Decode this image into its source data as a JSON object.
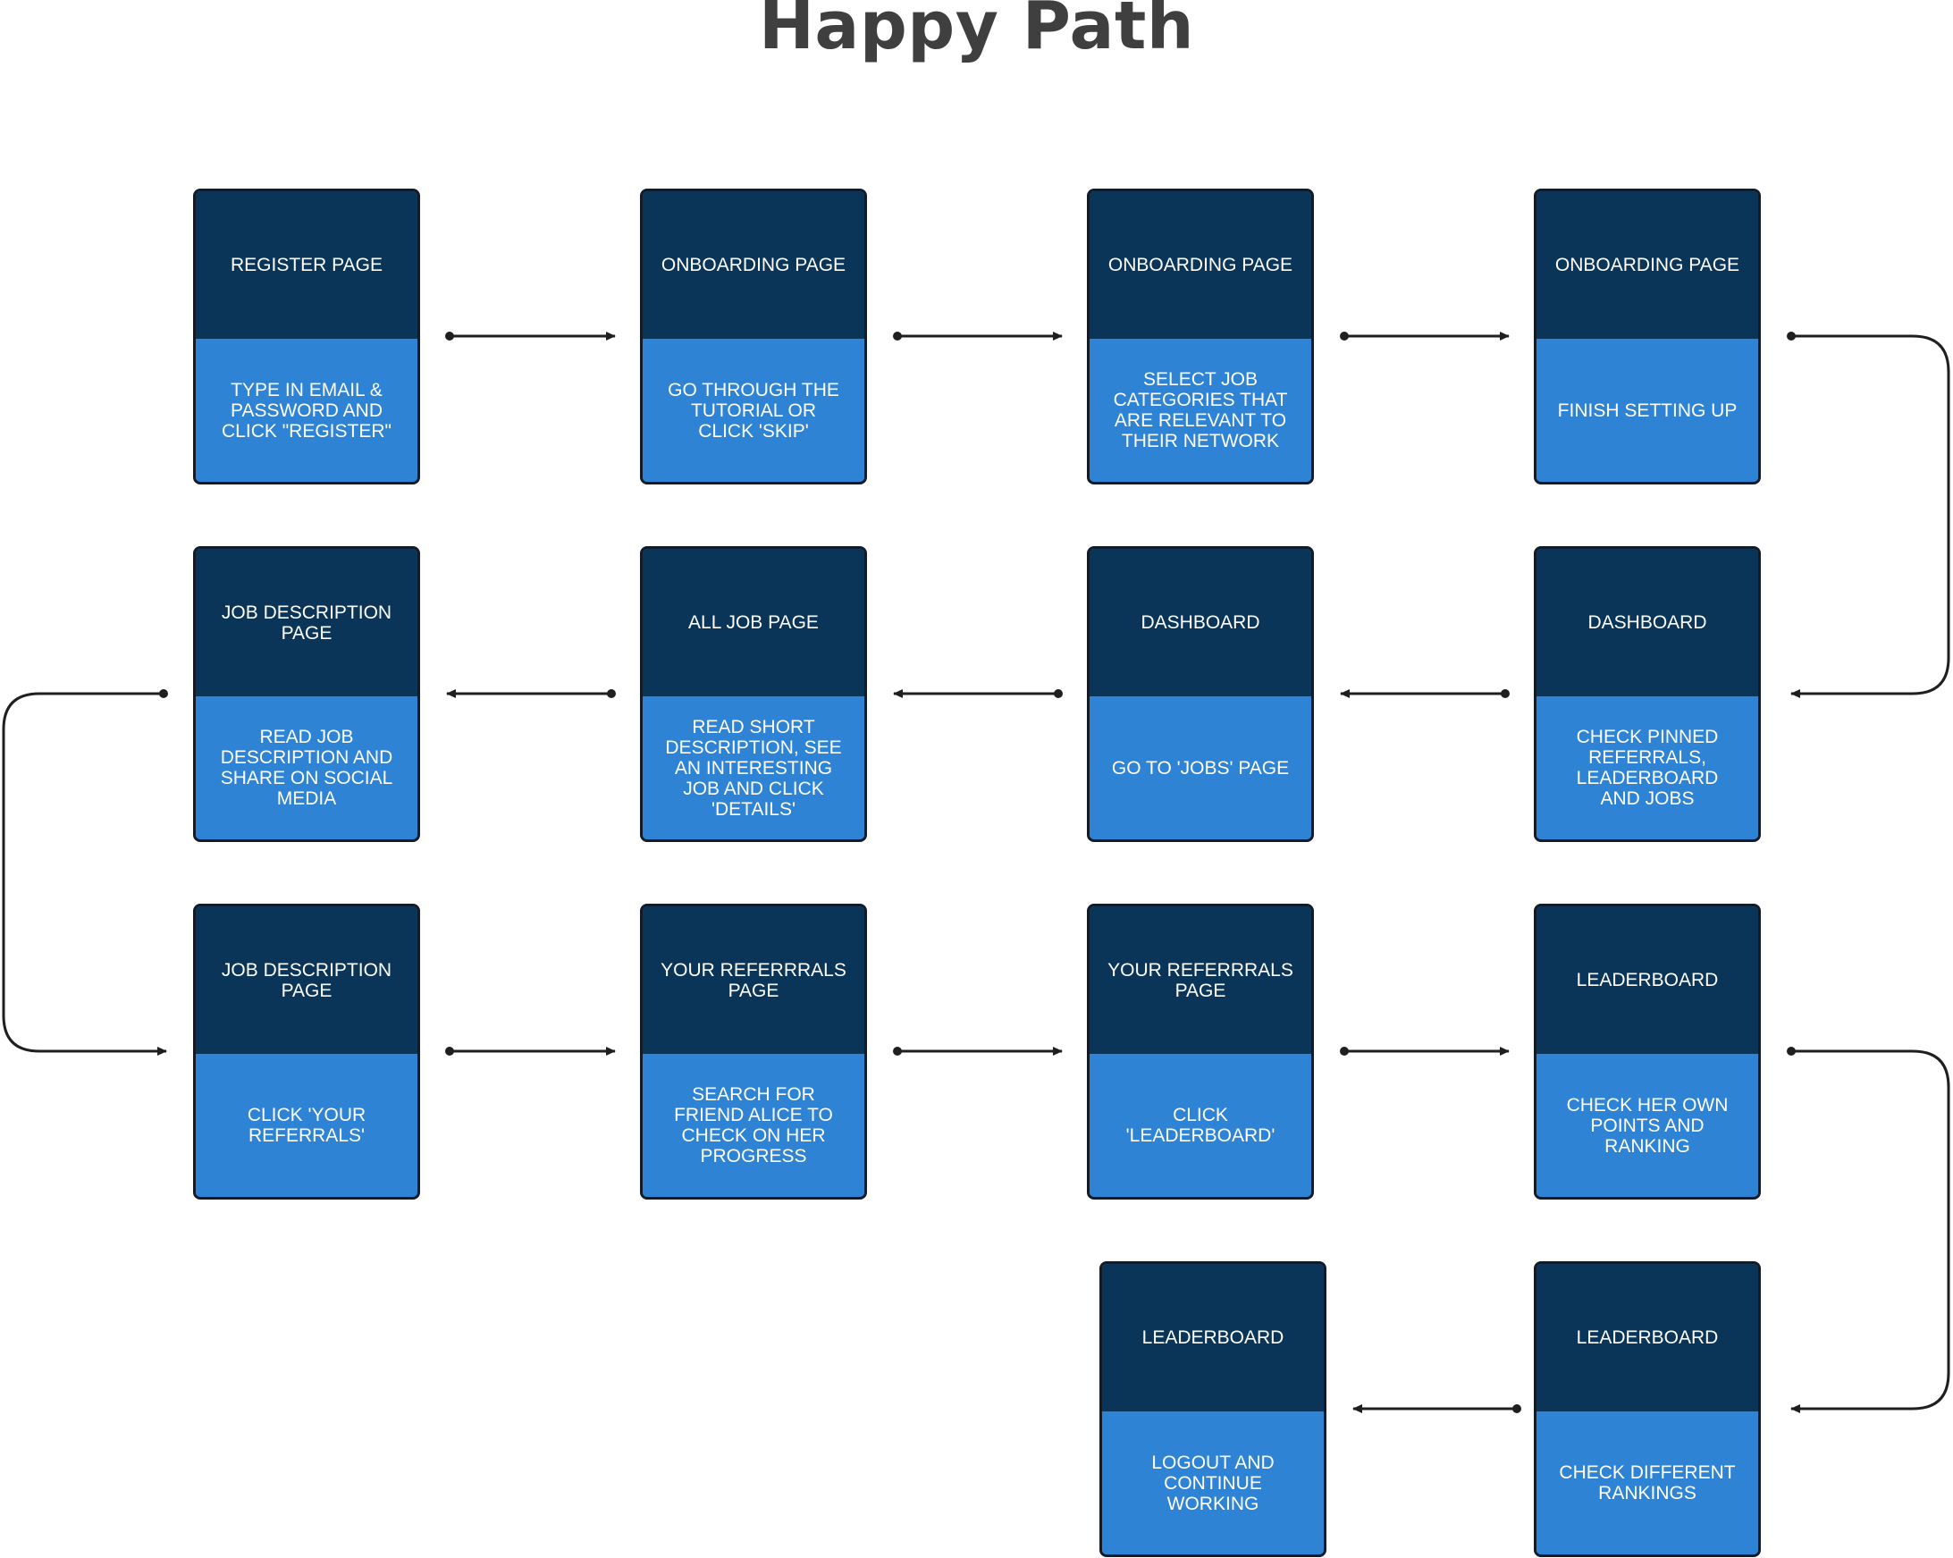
{
  "title": "Happy Path",
  "steps": [
    {
      "page": "REGISTER PAGE",
      "action": "TYPE IN EMAIL & PASSWORD AND CLICK \"REGISTER\""
    },
    {
      "page": "ONBOARDING PAGE",
      "action": "GO THROUGH THE TUTORIAL OR CLICK 'SKIP'"
    },
    {
      "page": "ONBOARDING PAGE",
      "action": "SELECT JOB CATEGORIES THAT ARE RELEVANT TO THEIR NETWORK"
    },
    {
      "page": "ONBOARDING PAGE",
      "action": "FINISH SETTING UP"
    },
    {
      "page": "DASHBOARD",
      "action": "CHECK PINNED REFERRALS, LEADERBOARD AND JOBS"
    },
    {
      "page": "DASHBOARD",
      "action": "GO TO 'JOBS' PAGE"
    },
    {
      "page": "ALL JOB PAGE",
      "action": "READ SHORT DESCRIPTION, SEE AN INTERESTING JOB AND CLICK 'DETAILS'"
    },
    {
      "page": "JOB DESCRIPTION PAGE",
      "action": "READ JOB DESCRIPTION AND SHARE ON SOCIAL MEDIA"
    },
    {
      "page": "JOB DESCRIPTION PAGE",
      "action": "CLICK 'YOUR REFERRALS'"
    },
    {
      "page": "YOUR REFERRRALS PAGE",
      "action": "SEARCH FOR FRIEND ALICE TO CHECK ON HER PROGRESS"
    },
    {
      "page": "YOUR REFERRRALS PAGE",
      "action": "CLICK 'LEADERBOARD'"
    },
    {
      "page": "LEADERBOARD",
      "action": "CHECK HER OWN POINTS AND RANKING"
    },
    {
      "page": "LEADERBOARD",
      "action": "CHECK DIFFERENT RANKINGS"
    },
    {
      "page": "LEADERBOARD",
      "action": "LOGOUT AND CONTINUE WORKING"
    }
  ],
  "colors": {
    "header": "#0b3558",
    "body": "#2e83d4",
    "border": "#141b25",
    "connector": "#1f1f1f",
    "title": "#3f3f3f"
  }
}
